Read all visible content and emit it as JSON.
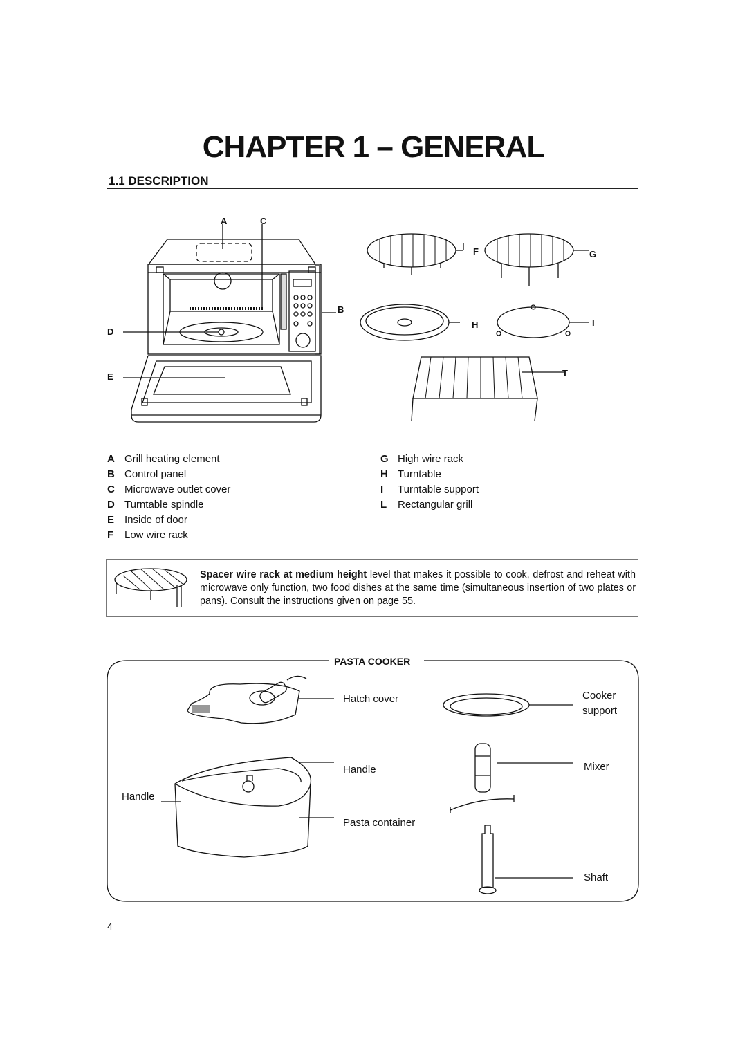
{
  "chapter_title": "CHAPTER 1 – GENERAL",
  "section_heading": "1.1 DESCRIPTION",
  "callouts": {
    "A": "A",
    "B": "B",
    "C": "C",
    "D": "D",
    "E": "E",
    "F": "F",
    "G": "G",
    "H": "H",
    "I": "I",
    "T": "T"
  },
  "legend_left": [
    {
      "key": "A",
      "label": "Grill heating element"
    },
    {
      "key": "B",
      "label": "Control panel"
    },
    {
      "key": "C",
      "label": "Microwave outlet cover"
    },
    {
      "key": "D",
      "label": "Turntable spindle"
    },
    {
      "key": "E",
      "label": "Inside of door"
    },
    {
      "key": "F",
      "label": "Low wire rack"
    }
  ],
  "legend_right": [
    {
      "key": "G",
      "label": "High wire rack"
    },
    {
      "key": "H",
      "label": "Turntable"
    },
    {
      "key": "I",
      "label": "Turntable support"
    },
    {
      "key": "L",
      "label": "Rectangular grill"
    }
  ],
  "info_box": {
    "bold_lead": "Spacer wire rack at medium height",
    "text": " level that makes it possible to cook, defrost and reheat with microwave only function, two food dishes at the same time (simultaneous insertion of two plates or pans). Consult the instructions given on page 55."
  },
  "pasta_cooker": {
    "title": "PASTA COOKER",
    "hatch_cover": "Hatch cover",
    "handle_right": "Handle",
    "handle_left": "Handle",
    "pasta_container": "Pasta container",
    "cooker_support_1": "Cooker",
    "cooker_support_2": "support",
    "mixer": "Mixer",
    "shaft": "Shaft"
  },
  "page_number": "4"
}
